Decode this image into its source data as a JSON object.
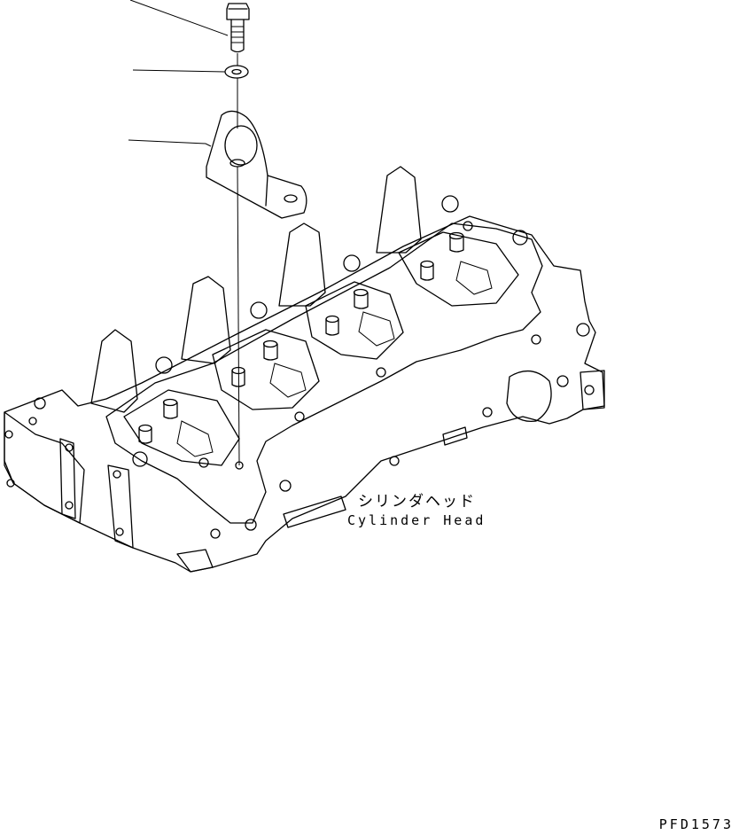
{
  "part_label": {
    "japanese": "シリンダヘッド",
    "english": "Cylinder Head"
  },
  "figure_code": "PFD1573",
  "callouts": [
    {
      "item": "bolt-callout"
    },
    {
      "item": "washer-callout"
    },
    {
      "item": "bracket-callout"
    }
  ]
}
